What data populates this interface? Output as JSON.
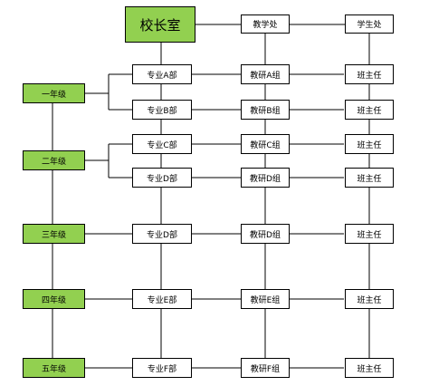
{
  "top": {
    "principal": "校长室",
    "academic_office": "教学处",
    "student_office": "学生处"
  },
  "grades": [
    "一年级",
    "二年级",
    "三年级",
    "四年级",
    "五年级"
  ],
  "rows": [
    {
      "dept": "专业A部",
      "group": "教研A组",
      "role": "班主任"
    },
    {
      "dept": "专业B部",
      "group": "教研B组",
      "role": "班主任"
    },
    {
      "dept": "专业C部",
      "group": "教研C组",
      "role": "班主任"
    },
    {
      "dept": "专业D部",
      "group": "教研D组",
      "role": "班主任"
    },
    {
      "dept": "专业D部",
      "group": "教研D组",
      "role": "班主任"
    },
    {
      "dept": "专业E部",
      "group": "教研E组",
      "role": "班主任"
    },
    {
      "dept": "专业F部",
      "group": "教研F组",
      "role": "班主任"
    }
  ],
  "colors": {
    "grade_fill": "#92d050",
    "box_fill": "#ffffff",
    "line": "#000000"
  }
}
